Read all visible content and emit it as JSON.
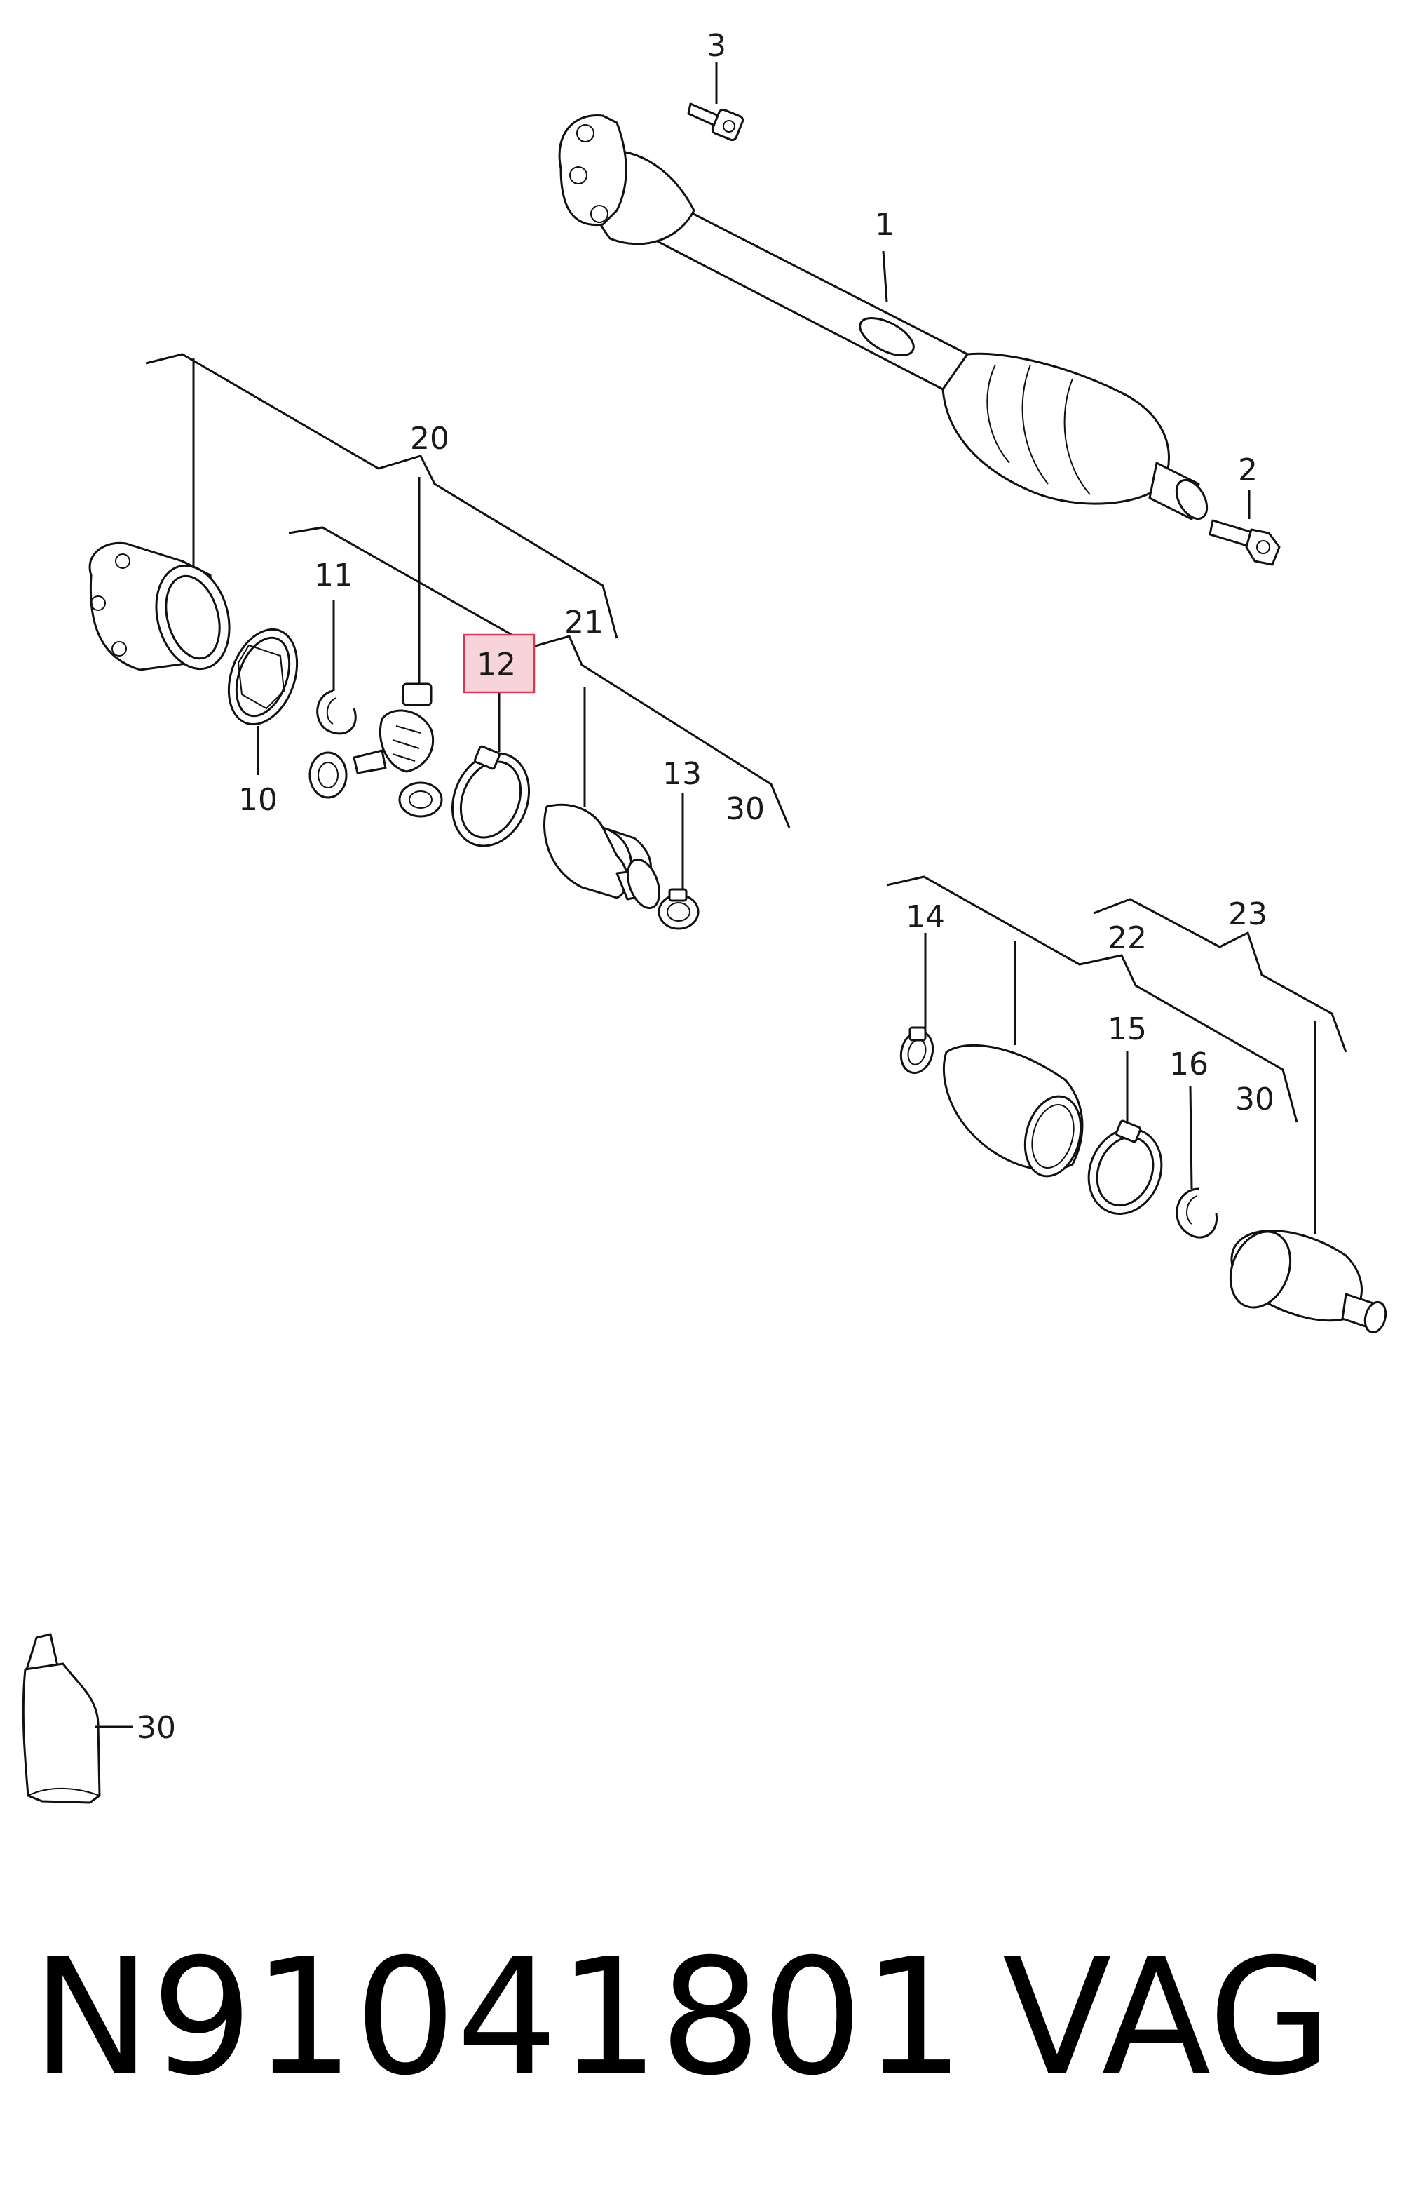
{
  "labels": {
    "l1": "1",
    "l2": "2",
    "l3": "3",
    "l10": "10",
    "l11": "11",
    "l12": "12",
    "l13": "13",
    "l14": "14",
    "l15": "15",
    "l16": "16",
    "l20": "20",
    "l21": "21",
    "l22": "22",
    "l23": "23",
    "l30a": "30",
    "l30b": "30",
    "l30c": "30"
  },
  "highlight": {
    "part": "12",
    "fill": "#f7d4da",
    "stroke": "#d23a55"
  },
  "footer": {
    "part_number": "N91041801",
    "brand": "VAG"
  }
}
